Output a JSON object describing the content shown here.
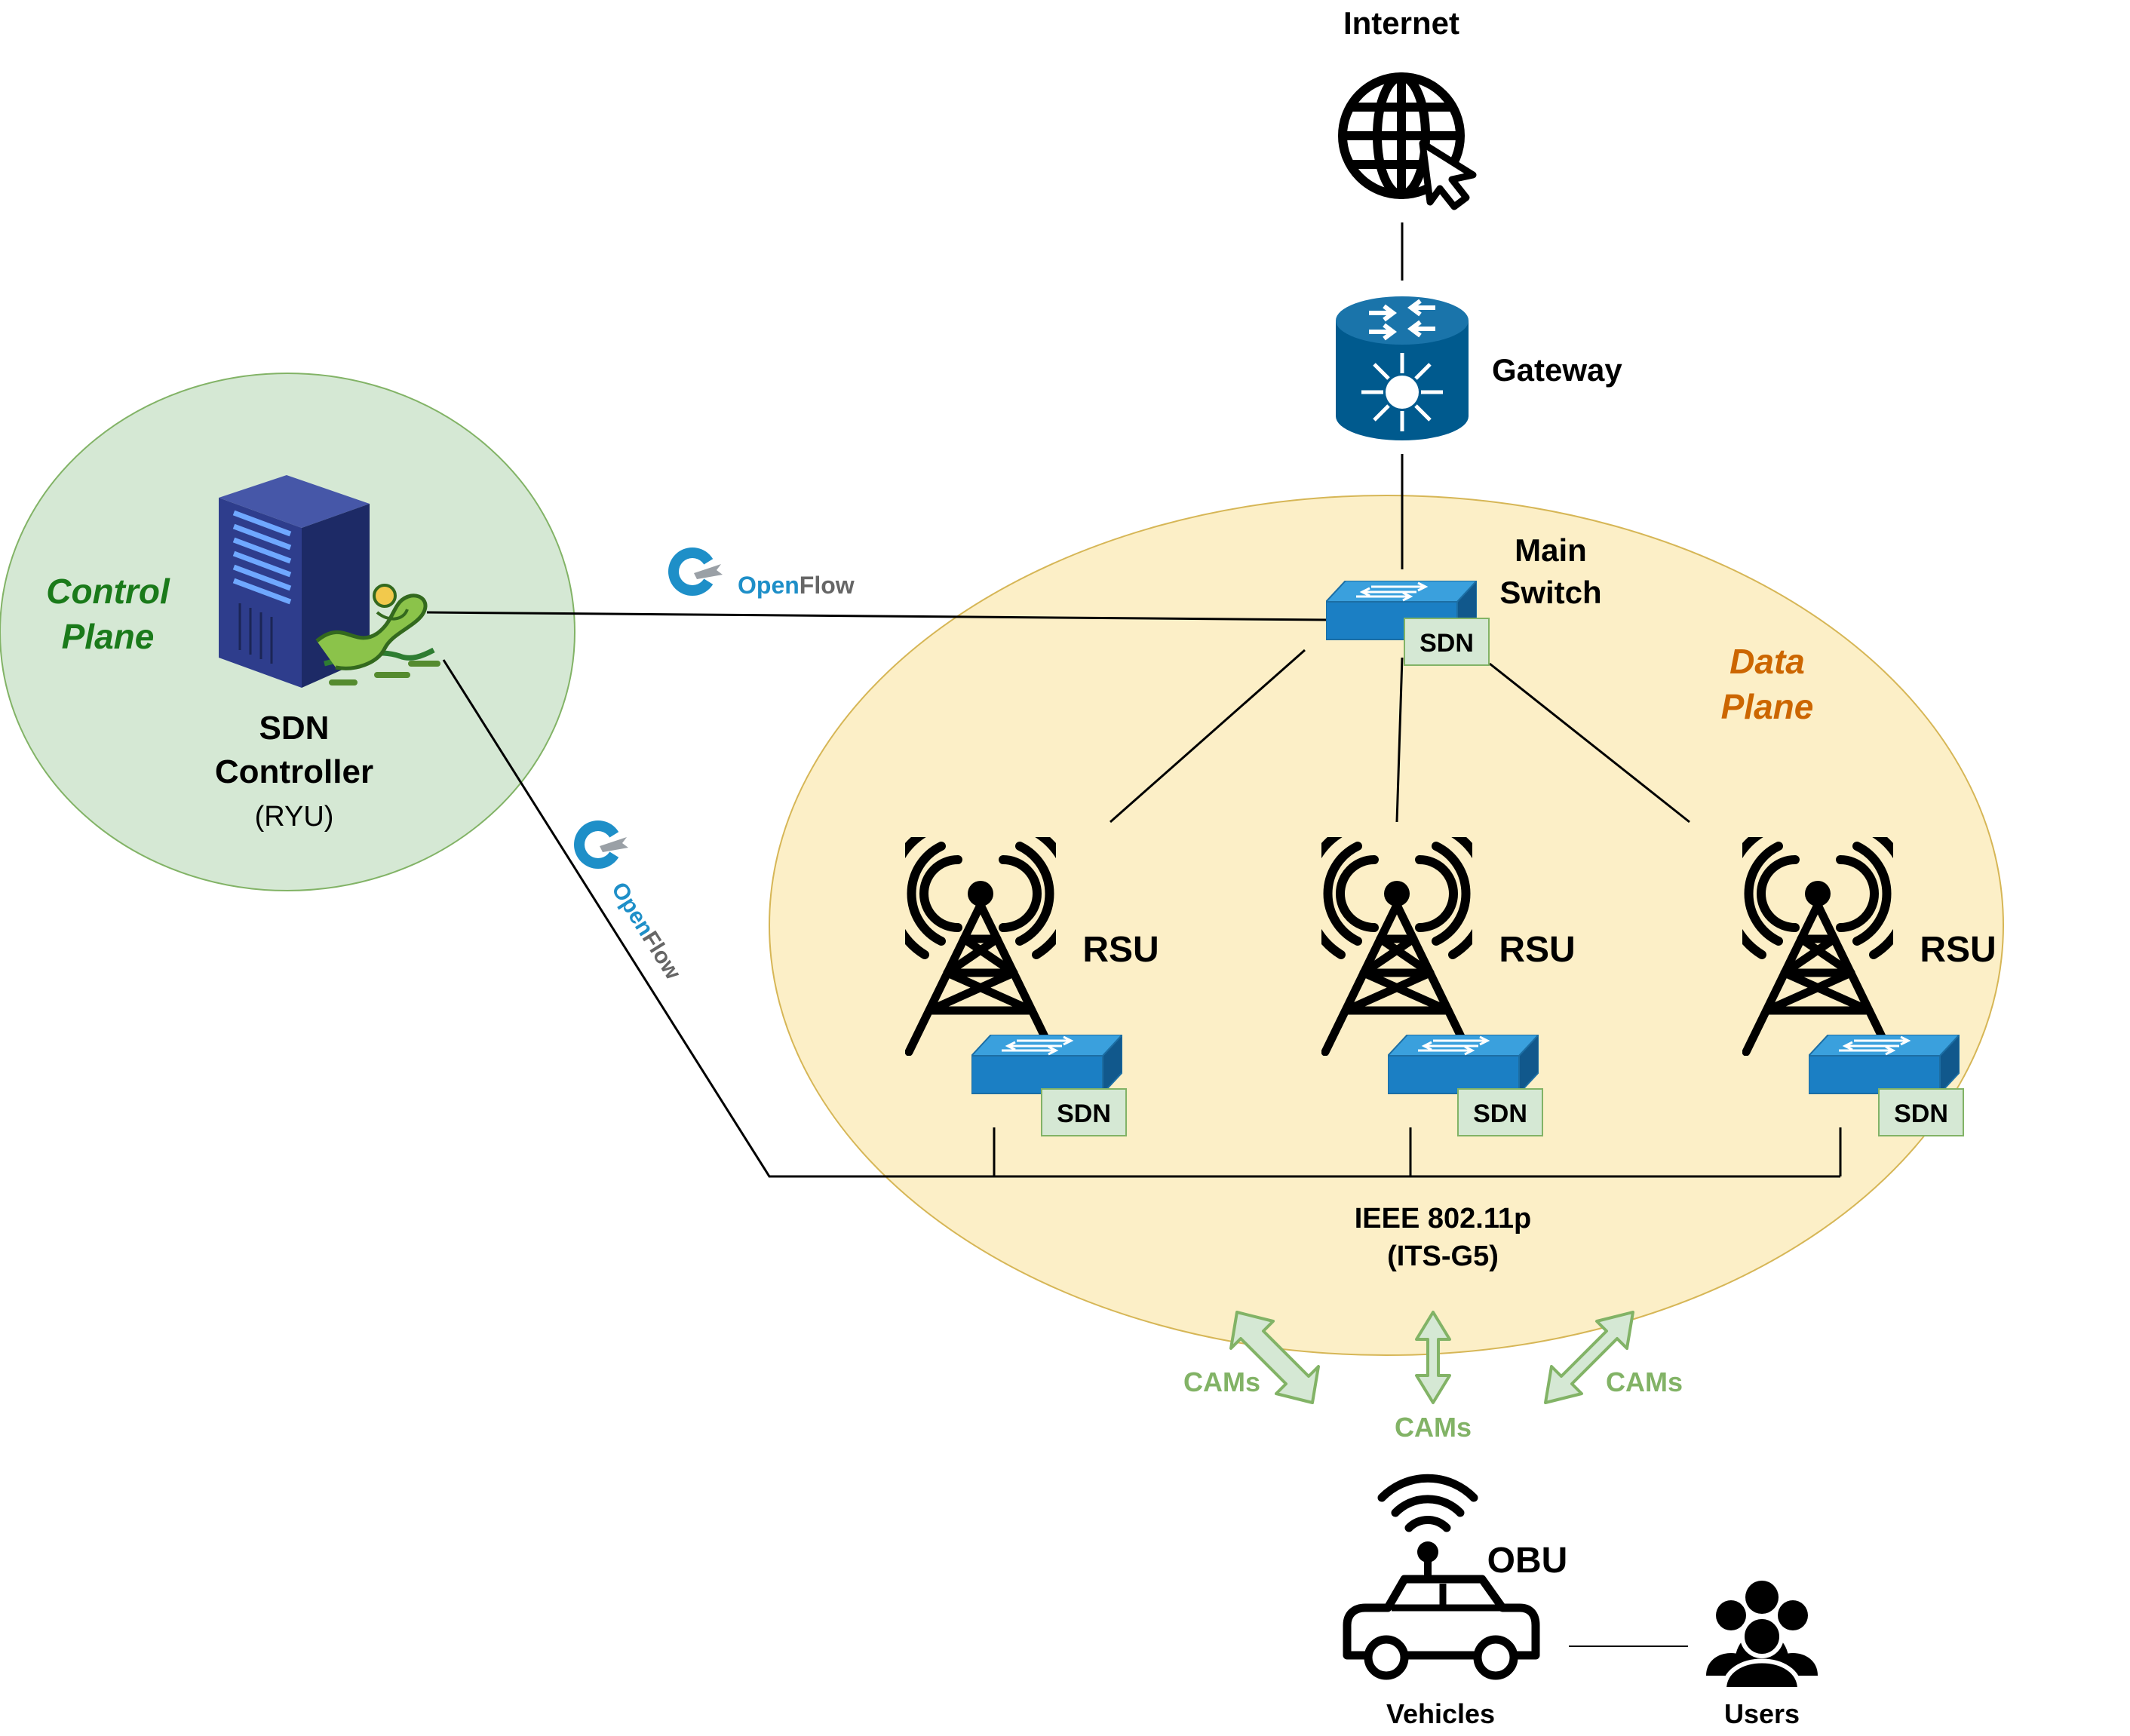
{
  "internet": {
    "label": "Internet",
    "icon": "globe-cursor-icon"
  },
  "gateway": {
    "label": "Gateway",
    "icon": "router-icon"
  },
  "main_switch": {
    "label_line1": "Main",
    "label_line2": "Switch",
    "badge": "SDN"
  },
  "control_plane": {
    "label_line1": "Control",
    "label_line2": "Plane",
    "color": "#1a7a1a",
    "fill": "#d5e8d4"
  },
  "data_plane": {
    "label_line1": "Data",
    "label_line2": "Plane",
    "color": "#cc6600",
    "fill": "#fcefc7"
  },
  "controller": {
    "label_line1": "SDN",
    "label_line2": "Controller",
    "sublabel": "(RYU)",
    "icon": "server-icon"
  },
  "openflow": {
    "open": "Open",
    "flow": "Flow",
    "icon": "openflow-logo-icon"
  },
  "rsus": [
    {
      "label": "RSU",
      "badge": "SDN"
    },
    {
      "label": "RSU",
      "badge": "SDN"
    },
    {
      "label": "RSU",
      "badge": "SDN"
    }
  ],
  "wireless": {
    "line1": "IEEE 802.11p",
    "line2": "(ITS-G5)"
  },
  "cams": [
    "CAMs",
    "CAMs",
    "CAMs"
  ],
  "obu": {
    "label": "OBU",
    "icon": "car-wifi-icon"
  },
  "vehicles": {
    "label": "Vehicles"
  },
  "users": {
    "label": "Users",
    "icon": "users-group-icon"
  },
  "colors": {
    "switch_blue": "#1b7fc4",
    "cams_green": "#82b366",
    "line": "#000000"
  }
}
